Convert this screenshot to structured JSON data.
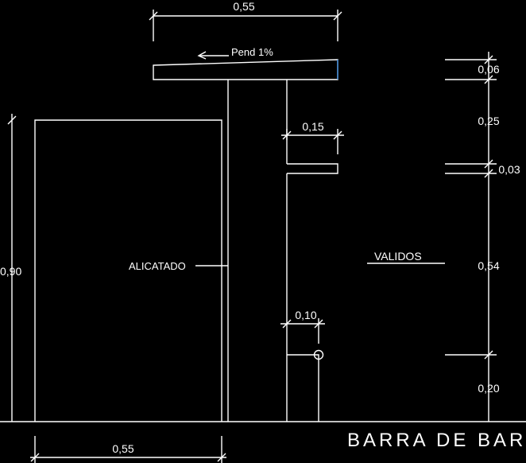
{
  "dimensions": {
    "top_width": "0,55",
    "slope_note": "Pend  1%",
    "ledge_width": "0,15",
    "wall_width": "0,10",
    "bottom_width": "0,55",
    "left_height": "0,90",
    "right_heights": [
      "0,06",
      "0,25",
      "0,03",
      "0,54",
      "0,20"
    ]
  },
  "labels": {
    "tile": "ALICATADO",
    "validos": "VALIDOS",
    "title": "BARRA DE BAR"
  },
  "colors": {
    "background": "#000000",
    "line": "#ffffff",
    "accent": "#2f7fd6"
  }
}
